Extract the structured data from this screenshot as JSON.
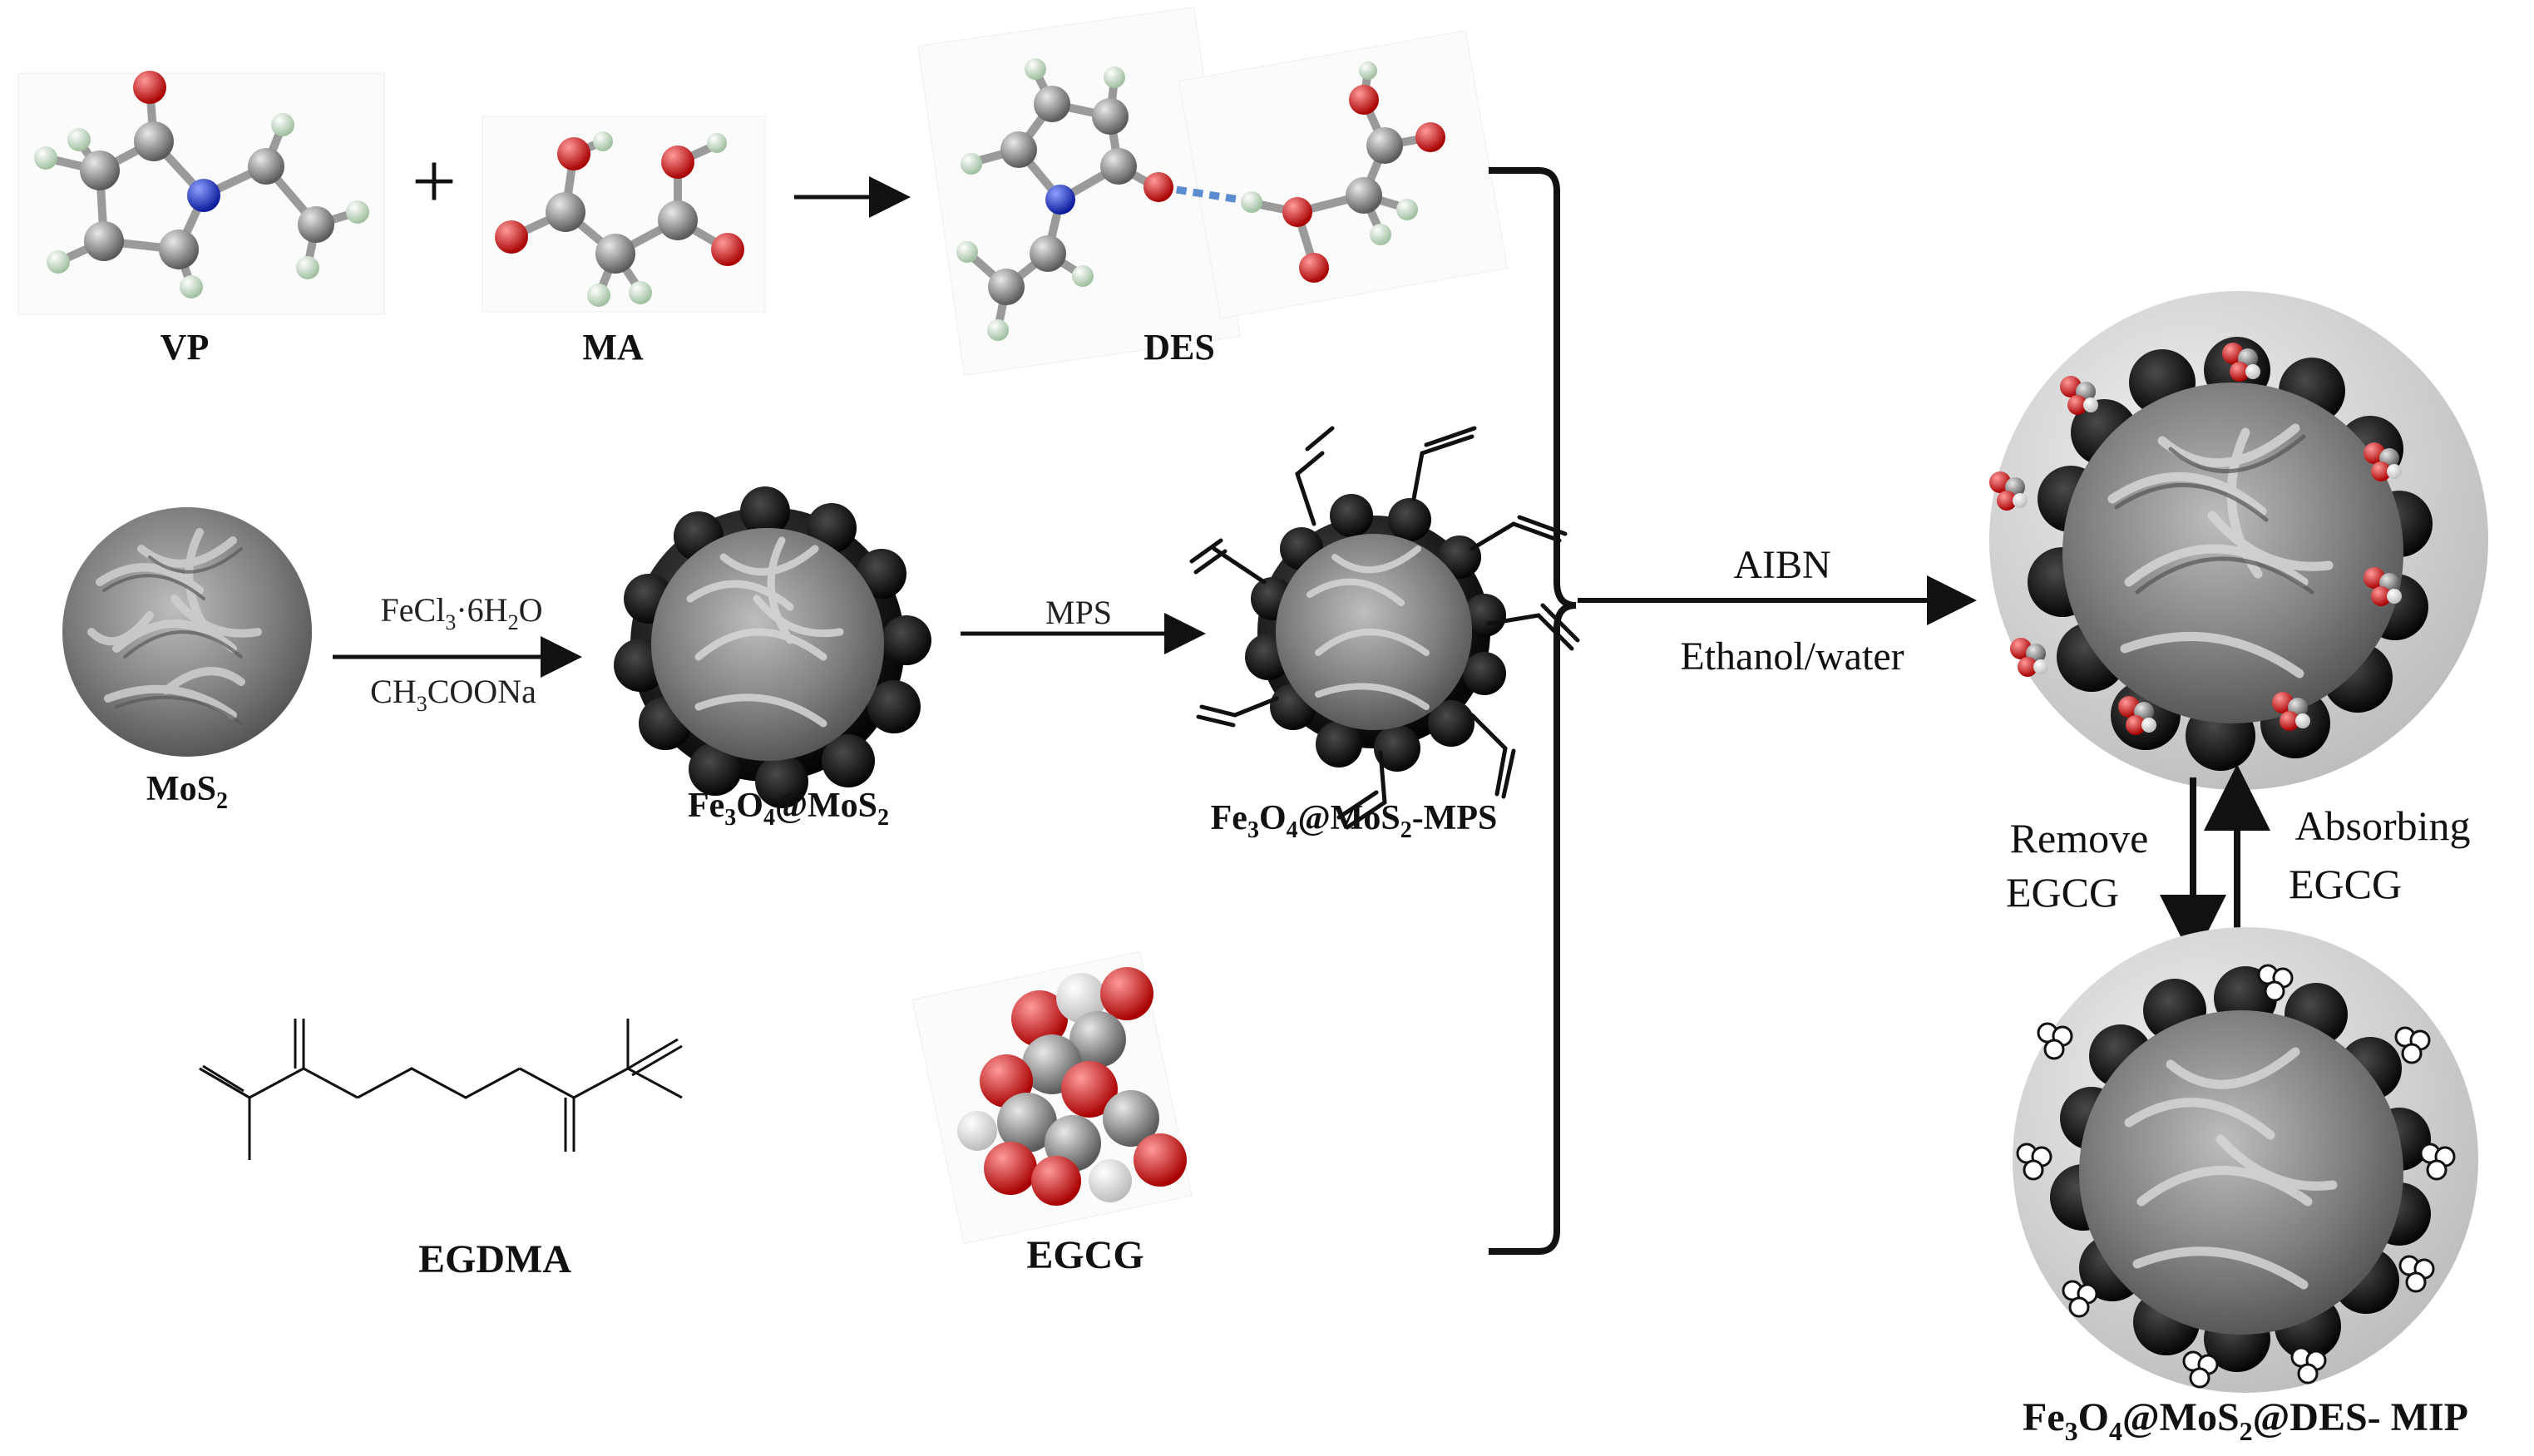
{
  "molecules": {
    "vp": "VP",
    "ma": "MA",
    "des": "DES",
    "plus": "+",
    "egdma": "EGDMA",
    "egcg": "EGCG"
  },
  "particles": {
    "mos2": {
      "main": "MoS",
      "sub": "2"
    },
    "fe3o4_mos2": {
      "p1": "Fe",
      "s1": "3",
      "p2": "O",
      "s2": "4",
      "p3": "@MoS",
      "s3": "2"
    },
    "fe3o4_mos2_mps": {
      "p1": "Fe",
      "s1": "3",
      "p2": "O",
      "s2": "4",
      "p3": "@MoS",
      "s3": "2",
      "p4": "-MPS"
    },
    "mip": {
      "p1": "Fe",
      "s1": "3",
      "p2": "O",
      "s2": "4",
      "p3": "@MoS",
      "s3": "2",
      "p4": "@DES- MIP"
    }
  },
  "conditions": {
    "step1_top": {
      "a": "FeCl",
      "s1": "3",
      "b": "·6H",
      "s2": "2",
      "c": "O"
    },
    "step1_bottom": {
      "a": "CH",
      "s1": "3",
      "b": "COONa"
    },
    "step2": "MPS",
    "polymerization_top": "AIBN",
    "polymerization_bottom": "Ethanol/water",
    "remove_line1": "Remove",
    "remove_line2": "EGCG",
    "absorb_line1": "Absorbing",
    "absorb_line2": "EGCG"
  },
  "colors": {
    "oxygen": "#d11a1a",
    "nitrogen": "#1a2fd1",
    "carbon": "#8a8a8a",
    "hydrogen": "#cfe6cf",
    "core": "#7a7a7a",
    "shell": "#d4d4d4"
  }
}
